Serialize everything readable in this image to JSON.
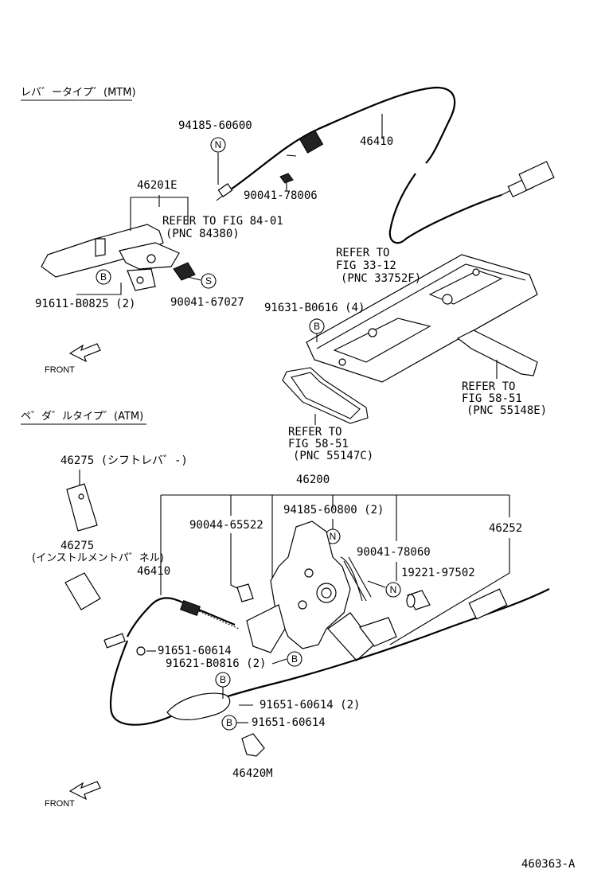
{
  "headings": {
    "mtm": "レバ゛ータイプ゛(MTM)",
    "atm": "ペ゛ダ゛ルタイプ゛(ATM)"
  },
  "front_labels": [
    "FRONT",
    "FRONT"
  ],
  "callouts": {
    "p94185_60600": "94185-60600",
    "p46410_top": "46410",
    "p90041_78006": "90041-78006",
    "p46201e": "46201E",
    "refer_84_01_l1": "REFER TO FIG 84-01",
    "refer_84_01_l2": "(PNC 84380)",
    "p91611_b0825": "91611-B0825 (2)",
    "p90041_67027": "90041-67027",
    "refer_33_12_l1": "REFER TO",
    "refer_33_12_l2": "FIG 33-12",
    "refer_33_12_l3": "(PNC 33752F)",
    "p91631_b0616": "91631-B0616 (4)",
    "refer_58_51a_l1": "REFER TO",
    "refer_58_51a_l2": "FIG 58-51",
    "refer_58_51a_l3": "(PNC 55148E)",
    "refer_58_51b_l1": "REFER TO",
    "refer_58_51b_l2": "FIG 58-51",
    "refer_58_51b_l3": "(PNC 55147C)",
    "p46275_a": "46275 (シフトレバ゛-)",
    "p46275_b": "46275",
    "p46275_b_sub": "(インストルメントパ゛ネル)",
    "p46200": "46200",
    "p90044_65522": "90044-65522",
    "p94185_60800": "94185-60800 (2)",
    "p46252": "46252",
    "p90041_78060": "90041-78060",
    "p46410_bottom": "46410",
    "p19221_97502": "19221-97502",
    "p91651_60614_a": "91651-60614",
    "p91621_b0816": "91621-B0816 (2)",
    "p91651_60614_b": "91651-60614 (2)",
    "p91651_60614_c": "91651-60614",
    "p46420m": "46420M"
  },
  "markers": {
    "n": "N",
    "b": "B",
    "s": "S"
  },
  "figure_id": "460363-A"
}
